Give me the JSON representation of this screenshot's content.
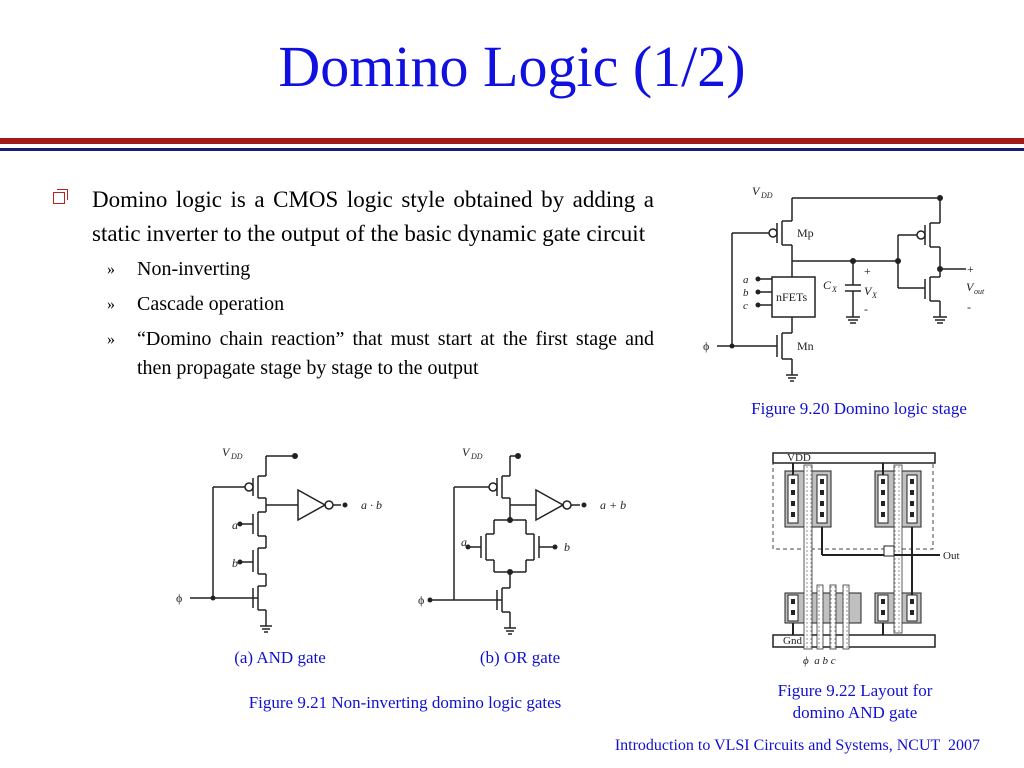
{
  "slide": {
    "title": "Domino Logic (1/2)",
    "bullet": "Domino logic is a CMOS logic style obtained by adding a static inverter to the output of the basic dynamic gate circuit",
    "subbullets": [
      "Non-inverting",
      "Cascade operation",
      "“Domino chain reaction” that must start at the first stage and then propagate stage by stage to the output"
    ],
    "sub_marker": "»",
    "footer": "Introduction to VLSI Circuits and Systems, NCUT  2007",
    "colors": {
      "title": "#1010e0",
      "caption": "#1010d0",
      "rule_red": "#a01a1a",
      "rule_blue": "#1a1a70"
    }
  },
  "fig20": {
    "caption": "Figure 9.20 Domino logic stage",
    "vdd": "V",
    "vdd_sub": "DD",
    "mp": "Mp",
    "mn": "Mn",
    "nfets": "nFETs",
    "inputs": [
      "a",
      "b",
      "c"
    ],
    "phi": "ϕ",
    "cx": "C",
    "cx_sub": "X",
    "vx": "V",
    "vx_sub": "X",
    "vout": "V",
    "vout_sub": "out",
    "plus": "+",
    "minus": "-"
  },
  "fig21": {
    "caption": "Figure 9.21 Non-inverting domino logic gates",
    "and": {
      "caption": "(a) AND gate",
      "vdd": "V",
      "vdd_sub": "DD",
      "a": "a",
      "b": "b",
      "phi": "ϕ",
      "out": "a · b"
    },
    "or": {
      "caption": "(b) OR gate",
      "vdd": "V",
      "vdd_sub": "DD",
      "a": "a",
      "b": "b",
      "phi": "ϕ",
      "out": "a + b"
    }
  },
  "fig22": {
    "caption_line1": "Figure 9.22 Layout for",
    "caption_line2": "domino AND gate",
    "vdd": "VDD",
    "gnd": "Gnd",
    "out": "Out",
    "inputs": "ϕ  a b c"
  }
}
